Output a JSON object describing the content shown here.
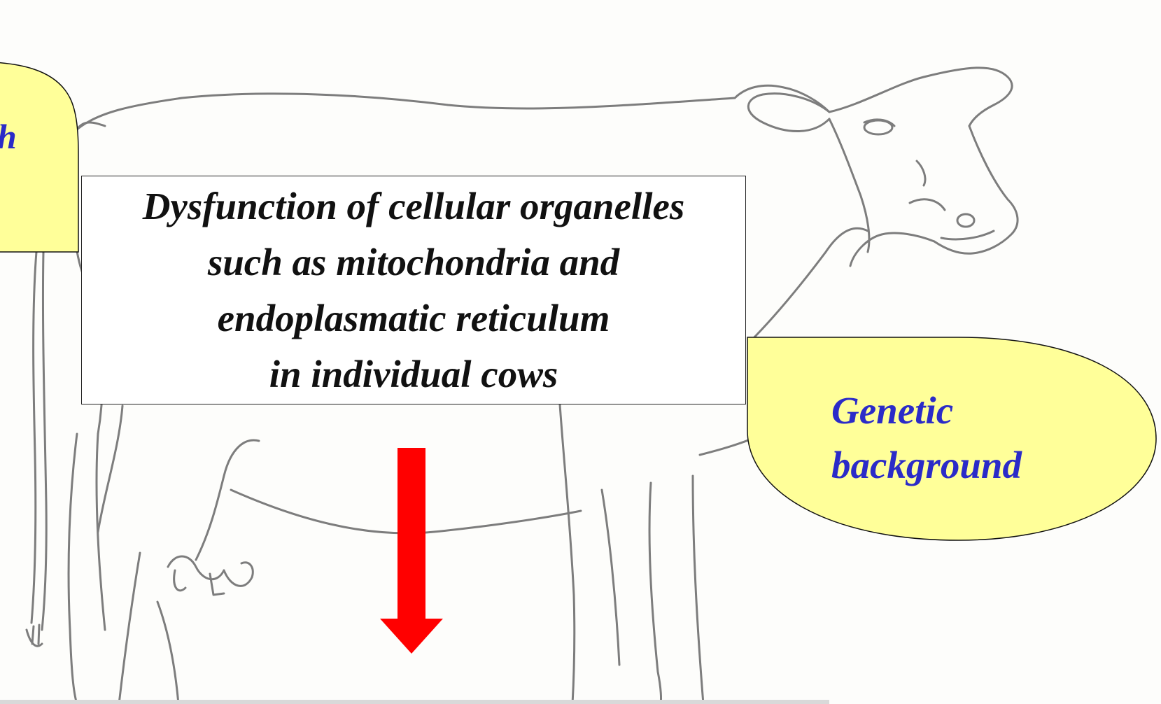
{
  "main_box": {
    "lines": [
      "Dysfunction of cellular organelles",
      "such as mitochondria and",
      "endoplasmatic reticulum",
      "in individual cows"
    ]
  },
  "left_callout": {
    "visible_text": "h"
  },
  "right_callout": {
    "lines": [
      "Genetic",
      "background"
    ]
  },
  "colors": {
    "callout_fill": "#ffff99",
    "callout_text": "#2b2bc8",
    "arrow": "#ff0000",
    "drawing_line": "#7d7d7d"
  },
  "icons": {
    "illustration": "cow-line-drawing",
    "arrow": "down-arrow"
  }
}
